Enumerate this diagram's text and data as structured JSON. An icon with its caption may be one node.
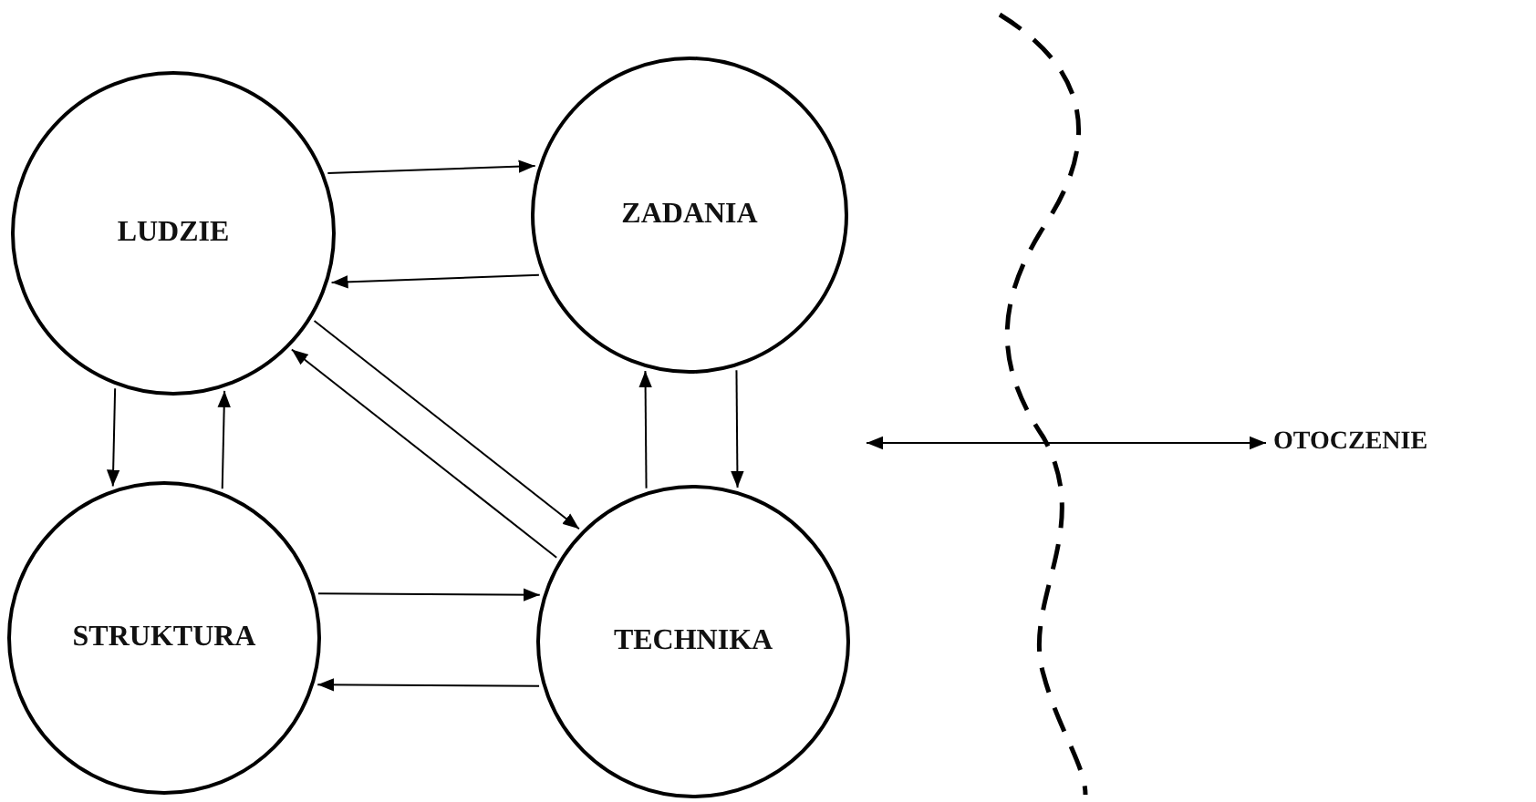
{
  "diagram": {
    "nodes": [
      {
        "text": [
          "LUDZIE"
        ]
      },
      {
        "text": [
          "ZADANIA"
        ]
      },
      {
        "text": [
          "STRUKTURA"
        ]
      },
      {
        "text": [
          "TECHNIKA"
        ]
      },
      {
        "text": [
          "OTOCZENIE"
        ]
      }
    ],
    "edges": [
      {
        "from": 0,
        "to": 1,
        "arrow": "to"
      },
      {
        "from": 1,
        "to": 0,
        "arrow": "to"
      },
      {
        "from": 0,
        "to": 2,
        "arrow": "to"
      },
      {
        "from": 2,
        "to": 0,
        "arrow": "to"
      },
      {
        "from": 2,
        "to": 3,
        "arrow": "to"
      },
      {
        "from": 3,
        "to": 2,
        "arrow": "to"
      },
      {
        "from": 1,
        "to": 3,
        "arrow": "to"
      },
      {
        "from": 3,
        "to": 1,
        "arrow": "to"
      },
      {
        "from": 0,
        "to": 3,
        "arrow": "to"
      },
      {
        "from": 3,
        "to": 0,
        "arrow": "to"
      },
      {
        "from": 3,
        "to": 4,
        "arrow": "both"
      }
    ]
  }
}
